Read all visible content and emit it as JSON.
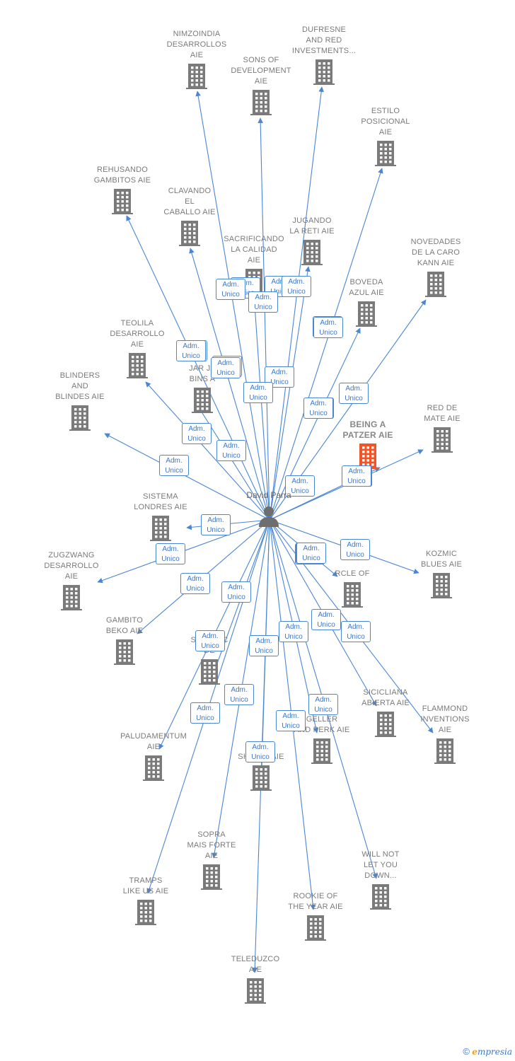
{
  "center": {
    "name": "David Parra"
  },
  "role_label": [
    "Adm.",
    "Unico"
  ],
  "colors": {
    "link": "#4a86d6",
    "building": "#7a7a7a",
    "highlight": "#f0552a"
  },
  "icons": {
    "company": "building-icon",
    "person": "person-icon"
  },
  "companies": [
    {
      "id": "nimzoindia",
      "label": "NIMZOINDIA\nDESARROLLOS\nAIE"
    },
    {
      "id": "sons-of-development",
      "label": "SONS OF\nDEVELOPMENT\nAIE"
    },
    {
      "id": "dufresne",
      "label": "DUFRESNE\nAND RED\nINVESTMENTS..."
    },
    {
      "id": "estilo-posicional",
      "label": "ESTILO\nPOSICIONAL\nAIE"
    },
    {
      "id": "rehusando-gambitos",
      "label": "REHUSANDO\nGAMBITOS  AIE"
    },
    {
      "id": "clavando-el-caballo",
      "label": "CLAVANDO\nEL\nCABALLO  AIE"
    },
    {
      "id": "jugando-la-reti",
      "label": "JUGANDO\nLA RETI  AIE"
    },
    {
      "id": "sacrificando-la-calidad",
      "label": "SACRIFICANDO\nLA CALIDAD\nAIE"
    },
    {
      "id": "novedades",
      "label": "NOVEDADES\nDE LA CARO\nKANN  AIE"
    },
    {
      "id": "boveda-azul",
      "label": "BOVEDA\nAZUL  AIE"
    },
    {
      "id": "teolila",
      "label": "TEOLILA\nDESARROLLO\nAIE"
    },
    {
      "id": "jar-jar-bins",
      "label": "JAR  JA\nBINS  A"
    },
    {
      "id": "blinders",
      "label": "BLINDERS\nAND\nBLINDES  AIE"
    },
    {
      "id": "being-a-patzer",
      "label": "BEING A\nPATZER  AIE",
      "highlight": true
    },
    {
      "id": "red-de-mate",
      "label": "RED DE\nMATE  AIE"
    },
    {
      "id": "sistema-londres",
      "label": "SISTEMA\nLONDRES  AIE"
    },
    {
      "id": "zugzwang",
      "label": "ZUGZWANG\nDESARROLLO\nAIE"
    },
    {
      "id": "circle-of",
      "label": "RCLE OF"
    },
    {
      "id": "kozmic-blues",
      "label": "KOZMIC\nBLUES  AIE"
    },
    {
      "id": "gambito-beko",
      "label": "GAMBITO\nBEKO  AIE"
    },
    {
      "id": "sacrificio",
      "label": "SACRIFIC\nDE"
    },
    {
      "id": "sicicliana",
      "label": "SICICLIANA\nABIERTA  AIE"
    },
    {
      "id": "flammond",
      "label": "FLAMMOND\nINVENTIONS\nAIE"
    },
    {
      "id": "paludamentum",
      "label": "PALUDAMENTUM\nAIE"
    },
    {
      "id": "peaky-shelby",
      "label": "PEAKY\nSHELBY  AIE"
    },
    {
      "id": "geller-and-perk",
      "label": "GELLER\nAND PERK  AIE"
    },
    {
      "id": "sopra-mais-forte",
      "label": "SOPRA\nMAIS FORTE\nAIE"
    },
    {
      "id": "tramps-like-us",
      "label": "TRAMPS\nLIKE US  AIE"
    },
    {
      "id": "will-not-let-you-down",
      "label": "WILL NOT\nLET YOU\nDOWN..."
    },
    {
      "id": "rookie-of-the-year",
      "label": "ROOKIE OF\nTHE YEAR  AIE"
    },
    {
      "id": "teleduzco",
      "label": "TELEDUZCO\nAIE"
    }
  ],
  "footer": {
    "copyright": "©",
    "brand_first": "e",
    "brand_rest": "mpresia"
  }
}
